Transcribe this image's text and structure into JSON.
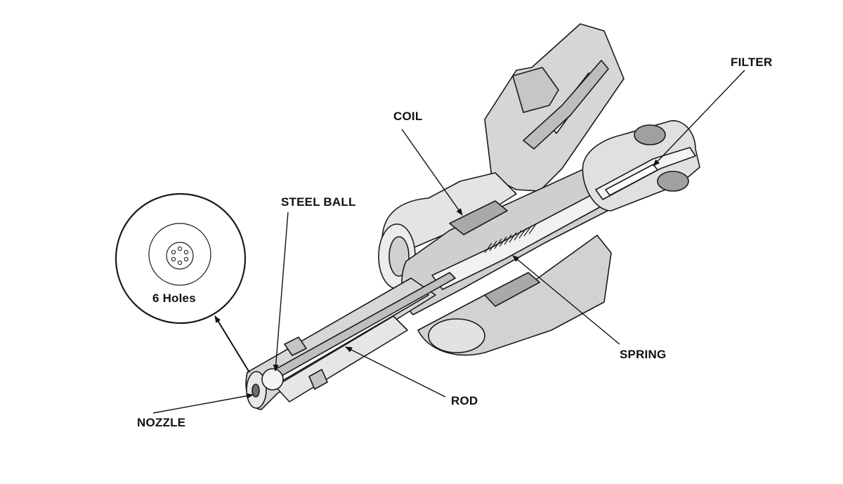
{
  "labels": {
    "coil": "COIL",
    "filter": "FILTER",
    "steel_ball": "STEEL BALL",
    "spring": "SPRING",
    "rod": "ROD",
    "nozzle": "NOZZLE",
    "holes": "6 Holes"
  },
  "colors": {
    "body_gray": "#dcdcdc",
    "dark_gray": "#b8b8b8",
    "mid_gray": "#c9c9c9",
    "light_gray": "#ececec",
    "outline": "#1a1a1a",
    "background": "#ffffff"
  }
}
